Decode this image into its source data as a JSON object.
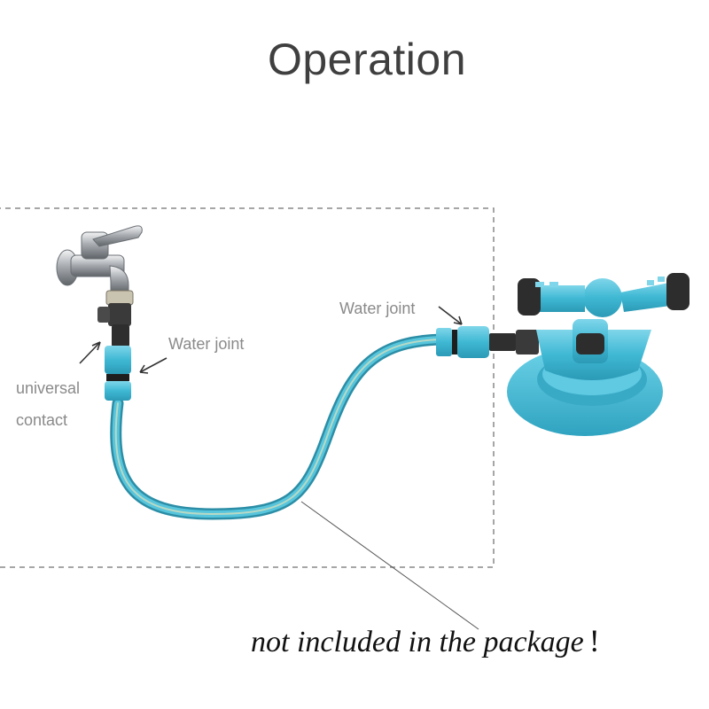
{
  "title": "Operation",
  "labels": {
    "water_joint_left": "Water joint",
    "water_joint_right": "Water joint",
    "universal_line1": "universal",
    "universal_line2": "contact"
  },
  "note": {
    "text": "not included in the package",
    "exclamation": "!"
  },
  "colors": {
    "hose": "#3fb2c9",
    "sprinkler": "#49bdd6",
    "connector": "#3fb8d4",
    "faucet": "#b9bcc0",
    "dashed_box": "#888888"
  }
}
